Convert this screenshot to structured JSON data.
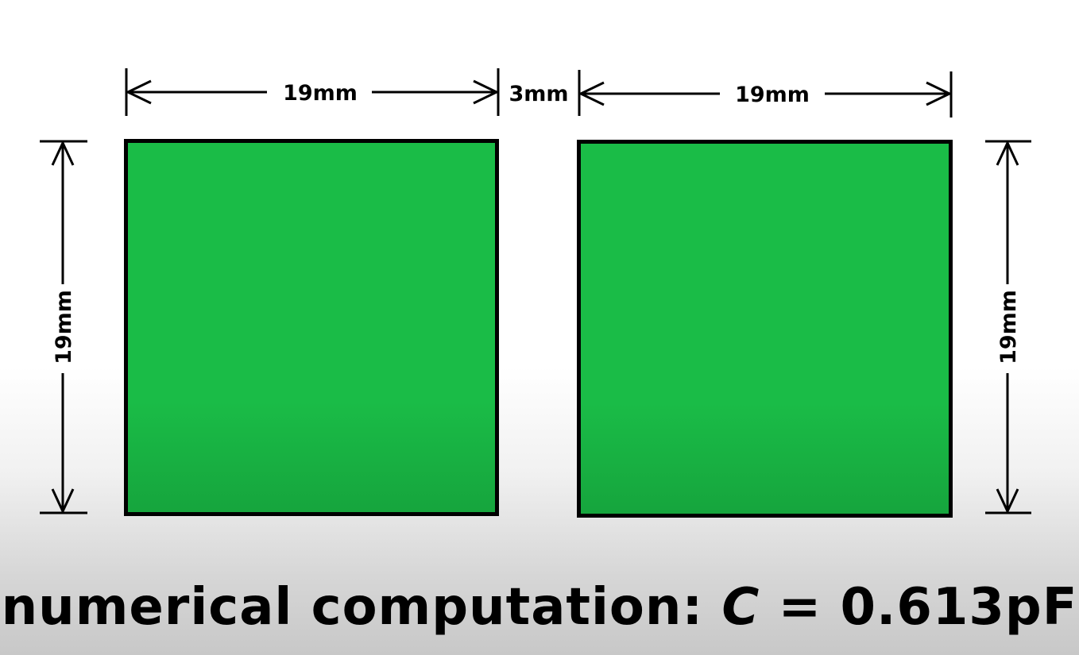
{
  "dimensions": {
    "left_width": "19mm",
    "gap": "3mm",
    "right_width": "19mm",
    "left_height": "19mm",
    "right_height": "19mm"
  },
  "caption": {
    "prefix": "numerical computation: ",
    "symbol": "C",
    "equals": " = ",
    "value": "0.613pF"
  },
  "colors": {
    "plate_fill_top": "#1abc47",
    "plate_fill_bottom": "#16a53d",
    "plate_border": "#000000",
    "line": "#000000"
  },
  "icons": [
    "arrow-left-icon",
    "arrow-right-icon",
    "arrow-up-icon",
    "arrow-down-icon"
  ]
}
